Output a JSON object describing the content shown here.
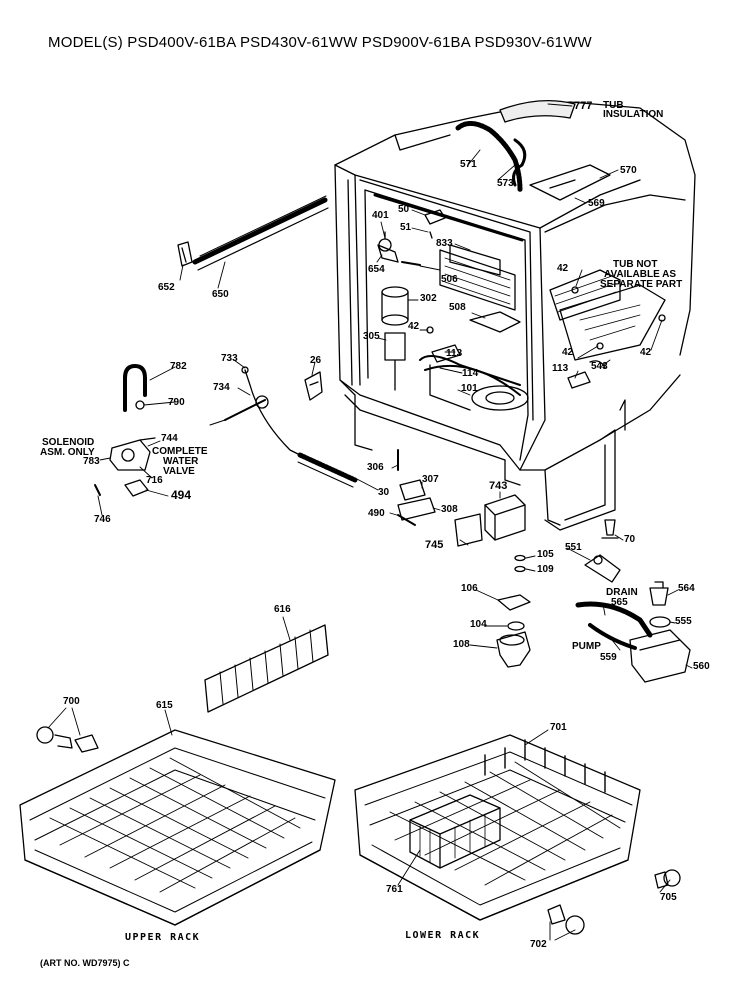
{
  "title": "MODEL(S) PSD400V-61BA  PSD430V-61WW  PSD900V-61BA  PSD930V-61WW",
  "notes": {
    "tub_insulation_1": "TUB",
    "tub_insulation_2": "INSULATION",
    "tub_not_1": "TUB NOT",
    "tub_not_2": "AVAILABLE AS",
    "tub_not_3": "SEPARATE PART",
    "solenoid_1": "SOLENOID",
    "solenoid_2": "ASM. ONLY",
    "complete_1": "COMPLETE",
    "complete_2": "WATER",
    "complete_3": "VALVE",
    "drain": "DRAIN",
    "pump": "PUMP"
  },
  "captions": {
    "upper_rack": "UPPER RACK",
    "lower_rack": "LOWER RACK"
  },
  "art_no": "(ART NO. WD7975) C",
  "parts": {
    "p777": "777",
    "p571": "571",
    "p573": "573",
    "p570": "570",
    "p569": "569",
    "p401": "401",
    "p50": "50",
    "p51": "51",
    "p833": "833",
    "p654": "654",
    "p506": "506",
    "p42a": "42",
    "p42b": "42",
    "p42c": "42",
    "p42d": "42",
    "p302": "302",
    "p508": "508",
    "p305": "305",
    "p113a": "113",
    "p113b": "113",
    "p114": "114",
    "p101": "101",
    "p543": "543",
    "p652": "652",
    "p650": "650",
    "p782": "782",
    "p790": "790",
    "p733": "733",
    "p734": "734",
    "p26": "26",
    "p744": "744",
    "p783": "783",
    "p716": "716",
    "p494": "494",
    "p746": "746",
    "p306": "306",
    "p307": "307",
    "p30": "30",
    "p490": "490",
    "p308": "308",
    "p743": "743",
    "p745": "745",
    "p70": "70",
    "p105": "105",
    "p109": "109",
    "p551": "551",
    "p106": "106",
    "p564": "564",
    "p565": "565",
    "p555": "555",
    "p104": "104",
    "p108": "108",
    "p559": "559",
    "p560": "560",
    "p616": "616",
    "p700": "700",
    "p615": "615",
    "p701": "701",
    "p761": "761",
    "p705": "705",
    "p702": "702"
  }
}
